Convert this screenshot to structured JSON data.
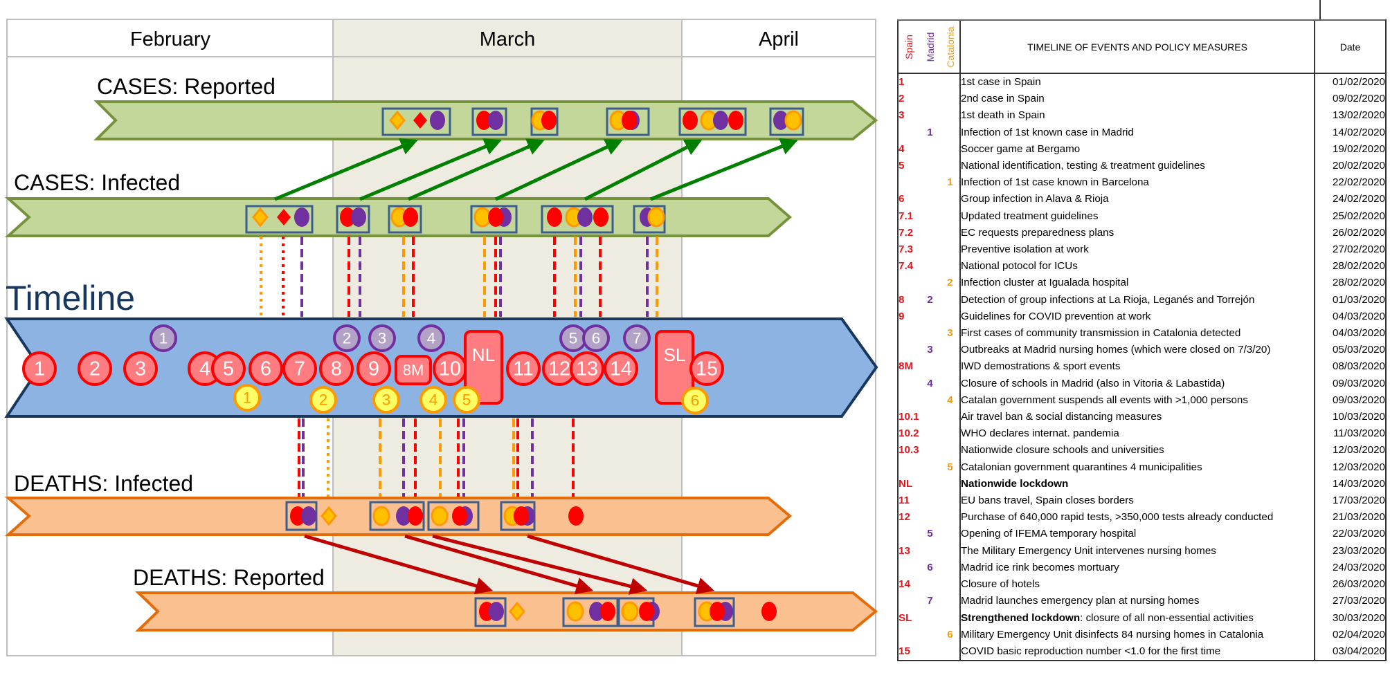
{
  "months": [
    {
      "label": "February",
      "shaded": false
    },
    {
      "label": "March",
      "shaded": true
    },
    {
      "label": "April",
      "shaded": false
    }
  ],
  "colors": {
    "spain": "#ff0000",
    "madrid": "#7030a0",
    "catalonia": "#ff9900",
    "catalonia_fill": "#ffc000",
    "cases_bar": "#c4d79b",
    "cases_bar_border": "#76923c",
    "timeline_bar": "#8db3e2",
    "timeline_border": "#17375e",
    "deaths_bar": "#fac090",
    "deaths_bar_border": "#e46c0a",
    "march_shade": "#eeebe1",
    "box_border": "#3b5e8c",
    "green_arrow": "#008000",
    "red_arrow": "#c00000",
    "spain_marker_fill": "#ff7c80",
    "madrid_marker_fill": "#b3a2c7",
    "catalonia_marker_fill": "#ffff66"
  },
  "bars": {
    "cases_reported": {
      "label": "CASES: Reported"
    },
    "cases_infected": {
      "label": "CASES: Infected"
    },
    "timeline": {
      "label": "Timeline"
    },
    "deaths_infected": {
      "label": "DEATHS: Infected"
    },
    "deaths_reported": {
      "label": "DEATHS: Reported"
    }
  },
  "timeline_markers": {
    "spain": [
      "1",
      "2",
      "3",
      "4",
      "5",
      "6",
      "7",
      "8",
      "9",
      "8M",
      "10",
      "NL",
      "11",
      "12",
      "13",
      "14",
      "SL",
      "15"
    ],
    "madrid": [
      "1",
      "2",
      "3",
      "4",
      "5",
      "6",
      "7"
    ],
    "catalonia": [
      "1",
      "2",
      "3",
      "4",
      "5",
      "6"
    ]
  },
  "table": {
    "headers": {
      "spain": "Spain",
      "madrid": "Madrid",
      "catalonia": "Catalonia",
      "title": "TIMELINE OF EVENTS AND POLICY MEASURES",
      "date": "Date"
    },
    "rows": [
      {
        "spain": "1",
        "madrid": "",
        "cat": "",
        "desc": "1st case in Spain",
        "date": "01/02/2020"
      },
      {
        "spain": "2",
        "madrid": "",
        "cat": "",
        "desc": "2nd case in Spain",
        "date": "09/02/2020"
      },
      {
        "spain": "3",
        "madrid": "",
        "cat": "",
        "desc": "1st death in Spain",
        "date": "13/02/2020"
      },
      {
        "spain": "",
        "madrid": "1",
        "cat": "",
        "desc": "Infection of 1st known case in Madrid",
        "date": "14/02/2020"
      },
      {
        "spain": "4",
        "madrid": "",
        "cat": "",
        "desc": "Soccer game at Bergamo",
        "date": "19/02/2020"
      },
      {
        "spain": "5",
        "madrid": "",
        "cat": "",
        "desc": "National identification, testing & treatment guidelines",
        "date": "20/02/2020"
      },
      {
        "spain": "",
        "madrid": "",
        "cat": "1",
        "desc": "Infection of 1st case known in Barcelona",
        "date": "22/02/2020"
      },
      {
        "spain": "6",
        "madrid": "",
        "cat": "",
        "desc": "Group infection in Alava & Rioja",
        "date": "24/02/2020"
      },
      {
        "spain": "7.1",
        "madrid": "",
        "cat": "",
        "desc": "Updated treatment guidelines",
        "date": "25/02/2020"
      },
      {
        "spain": "7.2",
        "madrid": "",
        "cat": "",
        "desc": "EC requests preparedness plans",
        "date": "26/02/2020"
      },
      {
        "spain": "7.3",
        "madrid": "",
        "cat": "",
        "desc": "Preventive isolation at work",
        "date": "27/02/2020"
      },
      {
        "spain": "7.4",
        "madrid": "",
        "cat": "",
        "desc": "National potocol for ICUs",
        "date": "28/02/2020"
      },
      {
        "spain": "",
        "madrid": "",
        "cat": "2",
        "desc": "Infection cluster at Igualada hospital",
        "date": "28/02/2020"
      },
      {
        "spain": "8",
        "madrid": "2",
        "cat": "",
        "desc": "Detection of group infections at La Rioja, Leganés and Torrejón",
        "date": "01/03/2020"
      },
      {
        "spain": "9",
        "madrid": "",
        "cat": "",
        "desc": "Guidelines for COVID prevention at work",
        "date": "04/03/2020"
      },
      {
        "spain": "",
        "madrid": "",
        "cat": "3",
        "desc": "First cases of community transmission in Catalonia detected",
        "date": "04/03/2020"
      },
      {
        "spain": "",
        "madrid": "3",
        "cat": "",
        "desc": "Outbreaks at Madrid nursing homes (which were closed on 7/3/20)",
        "date": "05/03/2020"
      },
      {
        "spain": "8M",
        "madrid": "",
        "cat": "",
        "desc": "IWD demostrations & sport events",
        "date": "08/03/2020"
      },
      {
        "spain": "",
        "madrid": "4",
        "cat": "",
        "desc": "Closure of schools in Madrid (also in Vitoria & Labastida)",
        "date": "09/03/2020"
      },
      {
        "spain": "",
        "madrid": "",
        "cat": "4",
        "desc": "Catalan government suspends all events with >1,000 persons",
        "date": "09/03/2020"
      },
      {
        "spain": "10.1",
        "madrid": "",
        "cat": "",
        "desc": "Air travel ban & social distancing measures",
        "date": "10/03/2020"
      },
      {
        "spain": "10.2",
        "madrid": "",
        "cat": "",
        "desc": "WHO declares internat. pandemia",
        "date": "11/03/2020"
      },
      {
        "spain": "10.3",
        "madrid": "",
        "cat": "",
        "desc": "Nationwide closure schools and universities",
        "date": "12/03/2020"
      },
      {
        "spain": "",
        "madrid": "",
        "cat": "5",
        "desc": "Catalonian  government quarantines 4 municipalities",
        "date": "12/03/2020"
      },
      {
        "spain": "NL",
        "madrid": "",
        "cat": "",
        "desc": "Nationwide lockdown",
        "desc_bold": "",
        "date": "14/03/2020",
        "bold": true
      },
      {
        "spain": "11",
        "madrid": "",
        "cat": "",
        "desc": "EU bans travel, Spain closes borders",
        "date": "17/03/2020"
      },
      {
        "spain": "12",
        "madrid": "",
        "cat": "",
        "desc": "Purchase of 640,000 rapid tests, >350,000 tests already conducted",
        "date": "21/03/2020"
      },
      {
        "spain": "",
        "madrid": "5",
        "cat": "",
        "desc": "Opening of IFEMA temporary hospital",
        "date": "22/03/2020"
      },
      {
        "spain": "13",
        "madrid": "",
        "cat": "",
        "desc": "The Military Emergency Unit intervenes nursing homes",
        "date": "23/03/2020"
      },
      {
        "spain": "",
        "madrid": "6",
        "cat": "",
        "desc": "Madrid ice rink becomes mortuary",
        "date": "24/03/2020"
      },
      {
        "spain": "14",
        "madrid": "",
        "cat": "",
        "desc": "Closure of hotels",
        "date": "26/03/2020"
      },
      {
        "spain": "",
        "madrid": "7",
        "cat": "",
        "desc": "Madrid launches emergency plan at nursing homes",
        "date": "27/03/2020"
      },
      {
        "spain": "SL",
        "madrid": "",
        "cat": "",
        "desc_bold": "Strengthened lockdown",
        "desc": ": closure of all non-essential activities",
        "date": "30/03/2020"
      },
      {
        "spain": "",
        "madrid": "",
        "cat": "6",
        "desc": "Military Emergency Unit  disinfects 84 nursing homes in Catalonia",
        "date": "02/04/2020"
      },
      {
        "spain": "15",
        "madrid": "",
        "cat": "",
        "desc": "COVID basic reproduction number <1.0 for the first time",
        "date": "03/04/2020"
      }
    ]
  }
}
